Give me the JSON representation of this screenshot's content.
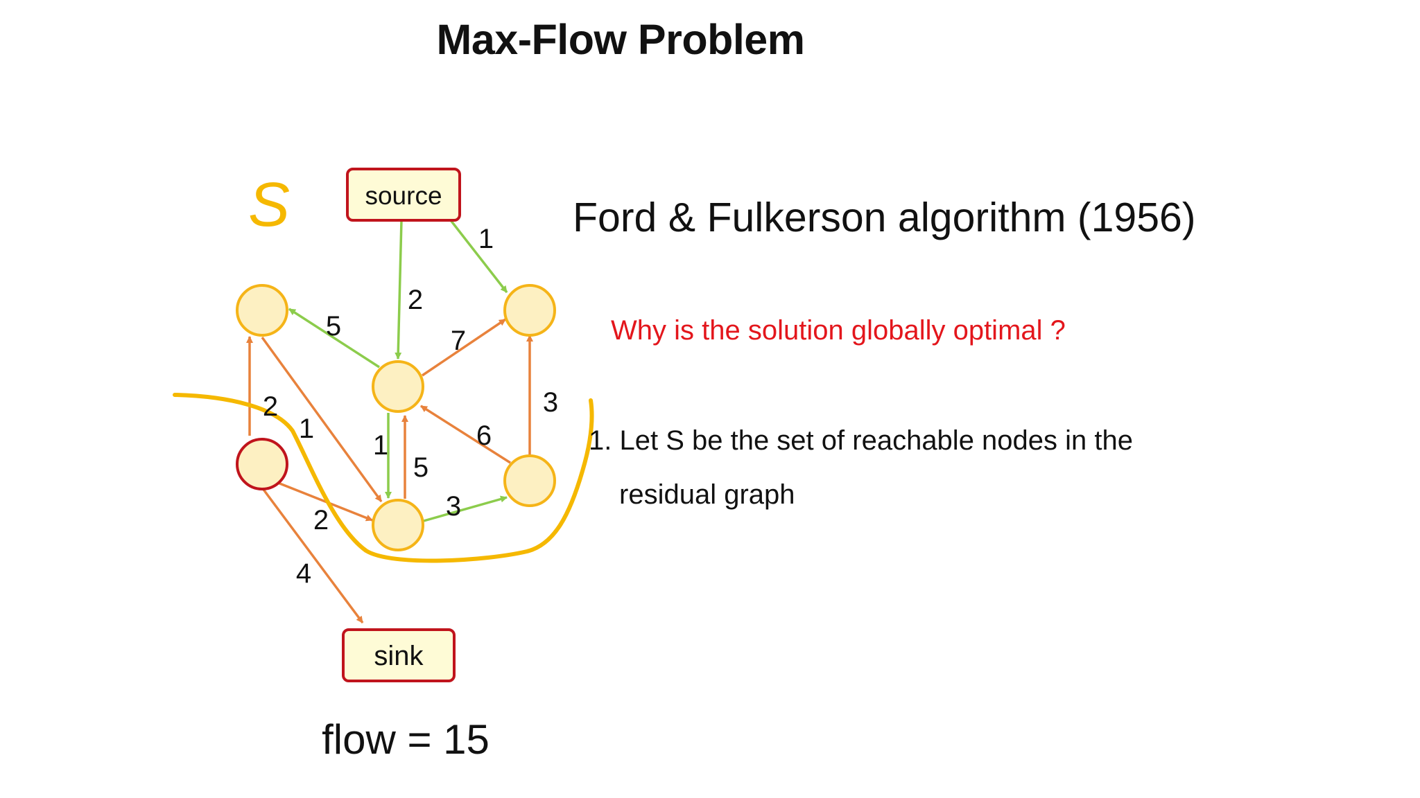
{
  "slide": {
    "title": "Max-Flow Problem",
    "algorithm_title": "Ford & Fulkerson algorithm (1956)",
    "question": "Why is the solution globally optimal ?",
    "point_1_line_1": "1. Let S be the set of reachable nodes in the",
    "point_1_line_2": "residual graph"
  },
  "graph": {
    "set_label": "S",
    "source_label": "source",
    "sink_label": "sink",
    "flow_text": "flow = 15",
    "edge_labels": {
      "source_to_top_right": "1",
      "source_to_center": "2",
      "center_to_top_left": "5",
      "center_to_top_right": "7",
      "bottom_right_to_top_right": "3",
      "left_to_top_left": "2",
      "top_left_to_bottom_center": "1",
      "center_to_bottom_center": "1",
      "bottom_center_to_center": "5",
      "bottom_right_to_center": "6",
      "bottom_center_to_bottom_right": "3",
      "left_to_bottom_center": "2",
      "left_to_sink": "4"
    }
  },
  "colors": {
    "node_fill": "#fdf0c2",
    "node_stroke": "#f5b418",
    "highlight_stroke": "#c0141c",
    "forward_edge": "#8ccc4c",
    "residual_edge": "#e8823c",
    "cut_curve": "#f5b800",
    "question_text": "#e3161c"
  }
}
